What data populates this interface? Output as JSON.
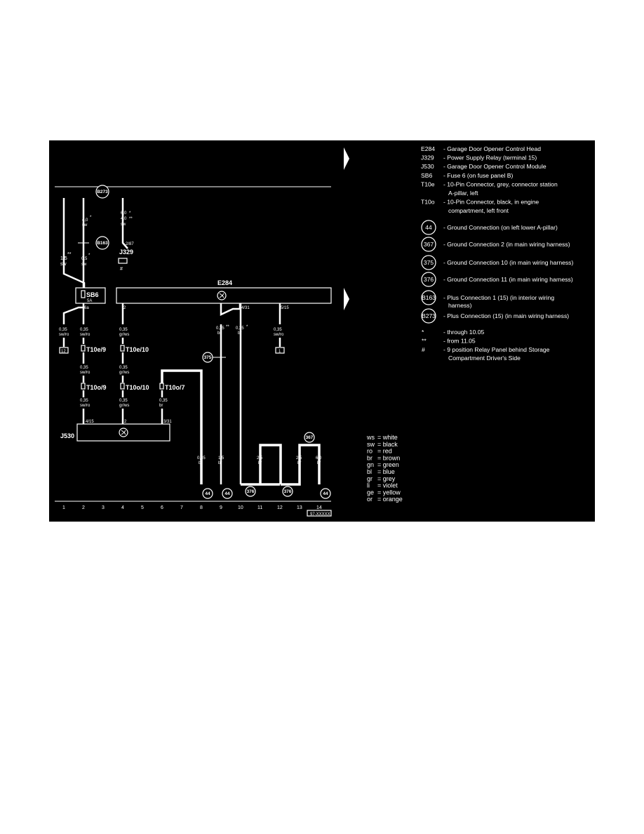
{
  "components": {
    "e284": "E284",
    "j329": "J329",
    "j530": "J530",
    "sb6": "SB6",
    "sb6_rating": "5A",
    "hash": "#"
  },
  "wire_labels": {
    "c1_size": "1,5",
    "c1_color": "sw",
    "c1_mark": "**",
    "c2_size_top": "4,0",
    "c2_mark_top": "*",
    "c2_color_top": "sw",
    "c2_size": "0,5",
    "c2_color": "sw",
    "c2_mark": "*",
    "c4_size1": "6,0",
    "c4_mark1": "*",
    "c4_size2": "4,0",
    "c4_mark2": "**",
    "c4_color": "sw",
    "j329_pin": "2/87",
    "sb_pin_top": "6",
    "sb_pin_bottom": "6a",
    "w1_size": "0,35",
    "w1_color": "sw/ro",
    "w2_size": "0,35",
    "w2_color": "sw/ro",
    "w2b_size": "0,35",
    "w2b_color": "sw/ro",
    "w2c_size": "0,35",
    "w2c_color": "sw/ro",
    "w4_size": "0,35",
    "w4_color": "gr/ws",
    "w4b_size": "0,35",
    "w4b_color": "gr/ws",
    "w4c_size": "0,35",
    "w4c_color": "gr/ws",
    "w6_size": "0,35",
    "w6_color": "br",
    "w8_size": "0,35",
    "w8_color": "br",
    "w9_size": "1,5",
    "w9_color": "br",
    "w9_size_top": "0,35",
    "w9_mark_top": "**",
    "w9_color_top": "br",
    "w10_size": "0,35",
    "w10_mark": "*",
    "w10_color": "br",
    "w12_size": "0,35",
    "w12_color": "sw/ro",
    "w11_size": "2,5",
    "w11_color": "br",
    "w13_size": "2,5",
    "w13_color": "br",
    "w14_size": "6,0",
    "w14_color": "br",
    "e_pin2": "2",
    "e_pin4": "4/31",
    "e_pin5": "5/15",
    "j_pin4": "4/15",
    "j_pin2": "2",
    "j_pin3": "3/31",
    "box12": "12",
    "box1": "1",
    "t10e9": "T10e/9",
    "t10o9": "T10o/9",
    "t10e10": "T10e/10",
    "t10o10": "T10o/10",
    "t10o7": "T10o/7"
  },
  "circles": {
    "b273": "B273",
    "b163": "B163",
    "c375": "375",
    "g44a": "44",
    "g44b": "44",
    "g44c": "44",
    "g376a": "376",
    "g376b": "376",
    "g367": "367"
  },
  "columns": [
    "1",
    "2",
    "3",
    "4",
    "5",
    "6",
    "7",
    "8",
    "9",
    "10",
    "11",
    "12",
    "13",
    "14"
  ],
  "figure_id": "97-XXXXX",
  "legend": [
    {
      "code": "E284",
      "desc": "- Garage Door Opener Control Head"
    },
    {
      "code": "J329",
      "desc": "- Power Supply Relay (terminal 15)"
    },
    {
      "code": "J530",
      "desc": "- Garage Door Opener Control Module"
    },
    {
      "code": "SB6",
      "desc": "- Fuse 6 (on fuse panel B)"
    },
    {
      "code": "T10e",
      "desc": "- 10-Pin Connector, grey, connector station"
    },
    {
      "code": "",
      "desc": "A-pillar, left"
    },
    {
      "code": "T10o",
      "desc": "- 10-Pin Connector, black, in engine"
    },
    {
      "code": "",
      "desc": "compartment, left front"
    }
  ],
  "legend_circles": [
    {
      "code": "44",
      "desc": "- Ground Connection (on left lower A-pillar)"
    },
    {
      "code": "367",
      "desc": "- Ground Connection 2 (in main wiring harness)"
    },
    {
      "code": "375",
      "desc": "- Ground Connection 10 (in main wiring harness)"
    },
    {
      "code": "376",
      "desc": "- Ground Connection 11 (in main wiring harness)"
    },
    {
      "code": "B163",
      "desc": "- Plus Connection 1 (15) (in interior wiring",
      "desc2": "harness)"
    },
    {
      "code": "B273",
      "desc": "- Plus Connection (15) (in main wiring harness)"
    }
  ],
  "notes": [
    {
      "sym": "*",
      "desc": "- through 10.05"
    },
    {
      "sym": "**",
      "desc": "- from 11.05"
    },
    {
      "sym": "#",
      "desc": "- 9 position Relay Panel behind Storage",
      "desc2": "Compartment Driver's Side"
    }
  ],
  "color_codes": [
    {
      "code": "ws",
      "name": "= white"
    },
    {
      "code": "sw",
      "name": "= black"
    },
    {
      "code": "ro",
      "name": "= red"
    },
    {
      "code": "br",
      "name": "= brown"
    },
    {
      "code": "gn",
      "name": "= green"
    },
    {
      "code": "bl",
      "name": "= blue"
    },
    {
      "code": "gr",
      "name": "= grey"
    },
    {
      "code": "li",
      "name": "= violet"
    },
    {
      "code": "ge",
      "name": "= yellow"
    },
    {
      "code": "or",
      "name": "= orange"
    }
  ],
  "colors": {
    "background": "#000000",
    "foreground": "#ffffff",
    "page": "#ffffff"
  }
}
